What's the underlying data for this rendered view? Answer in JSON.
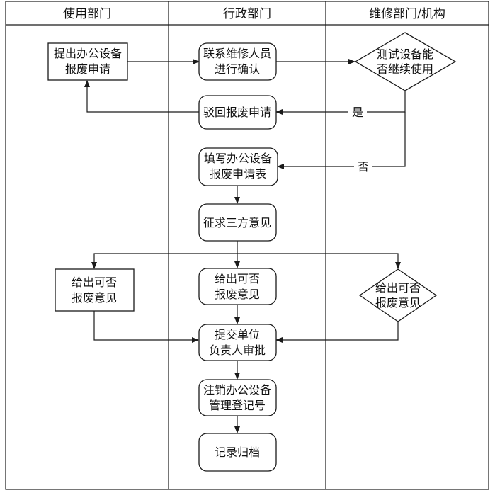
{
  "lanes": {
    "user": "使用部门",
    "admin": "行政部门",
    "repair": "维修部门/机构"
  },
  "nodes": {
    "submit": [
      "提出办公设备",
      "报废申请"
    ],
    "contact": [
      "联系维修人员",
      "进行确认"
    ],
    "test": [
      "测试设备能",
      "否继续使用"
    ],
    "reject": [
      "驳回报废申请"
    ],
    "fill_form": [
      "填写办公设备",
      "报废申请表"
    ],
    "consult": [
      "征求三方意见"
    ],
    "user_opinion": [
      "给出可否",
      "报废意见"
    ],
    "admin_opinion": [
      "给出可否",
      "报废意见"
    ],
    "repair_opinion": [
      "给出可否",
      "报废意见"
    ],
    "approve": [
      "提交单位",
      "负责人审批"
    ],
    "cancel": [
      "注销办公设备",
      "管理登记号"
    ],
    "archive": [
      "记录归档"
    ]
  },
  "edges": {
    "yes": "是",
    "no": "否"
  }
}
